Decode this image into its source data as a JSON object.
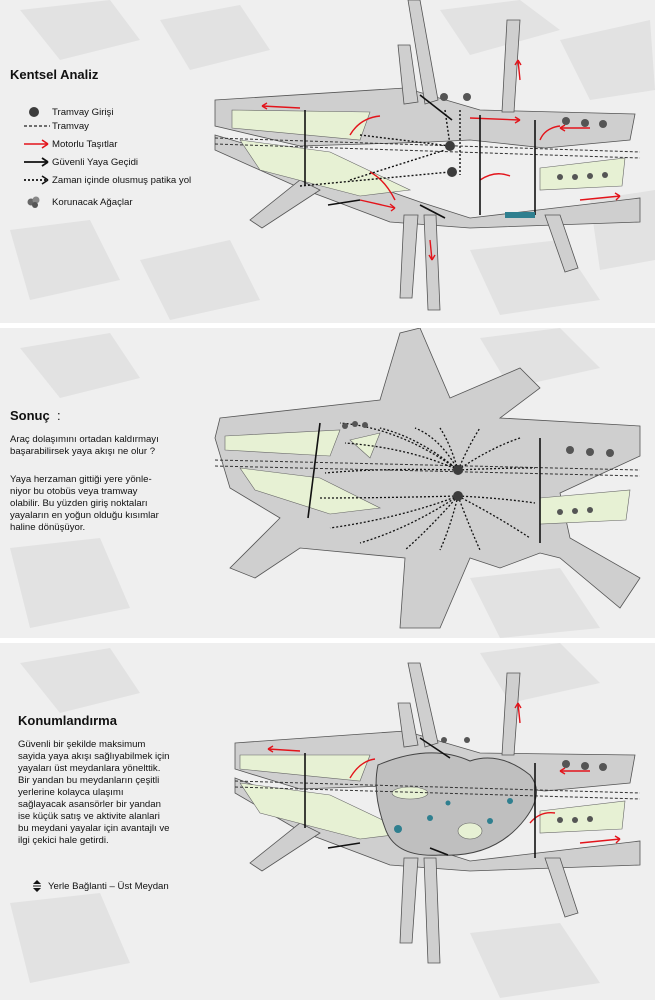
{
  "panels": {
    "analysis": {
      "title": "Kentsel Analiz",
      "legend": [
        {
          "key": "tram-entry",
          "label": "Tramvay Girişi"
        },
        {
          "key": "tram-line",
          "label": "Tramvay"
        },
        {
          "key": "vehicles",
          "label": "Motorlu Taşıtlar"
        },
        {
          "key": "safe-crossing",
          "label": "Güvenli Yaya Geçidi"
        },
        {
          "key": "desire-path",
          "label": "Zaman içinde olusmuş patika yol"
        },
        {
          "key": "trees",
          "label": "Korunacak Ağaçlar"
        }
      ]
    },
    "result": {
      "title": "Sonuç",
      "title_suffix": ":",
      "intro_lines": [
        "Araç dolaşımını ortadan kaldırmayı",
        "başarabilirsek yaya akışı ne olur ?"
      ],
      "body_lines": [
        "Yaya herzaman gittiği yere yönle-",
        "niyor bu otobüs veya tramway",
        "olabilir. Bu yüzden giriş noktaları",
        "yayaların en yoğun olduğu kısımlar",
        "haline dönüşüyor."
      ]
    },
    "placement": {
      "title": "Konumlandırma",
      "body_lines": [
        "Güvenli bir şekilde maksimum",
        "sayida yaya akışı sağlıyabilmek için",
        "yayaları üst meydanlara yönelttik.",
        "Bir yandan bu meydanların çeşitli",
        "yerlerine kolayca ulaşımı",
        "sağlayacak asansörler bir yandan",
        "ise küçük satış ve aktivite alanlari",
        "bu meydani yayalar için avantajlı ve",
        "ilgi çekici hale getirdi."
      ],
      "legend_label": "Yerle Bağlanti – Üst Meydan"
    }
  },
  "colors": {
    "road": "#cfcfcf",
    "green": "#e7f1d4",
    "vehicle_arrow": "#e3141b",
    "path": "#111111",
    "tram_entry": "#3c3c3c",
    "plaza": "#bfbfbf",
    "elevator": "#2f7f8f"
  }
}
